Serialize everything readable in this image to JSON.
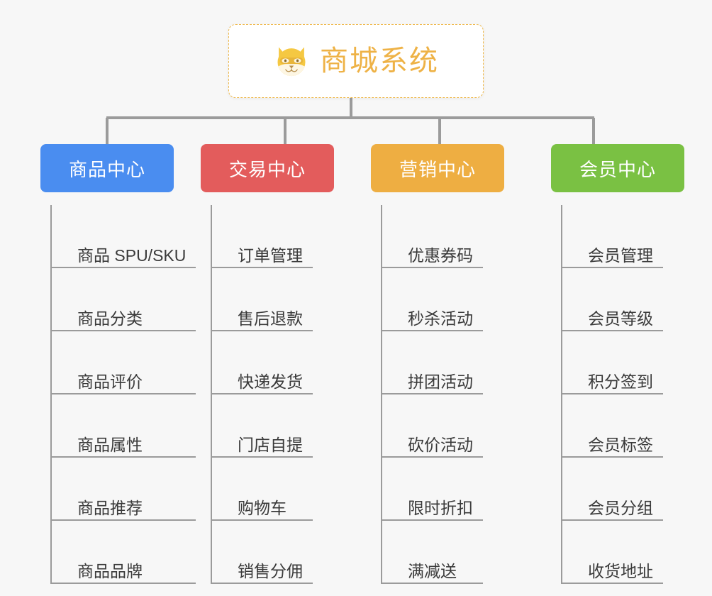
{
  "page": {
    "background_color": "#f7f7f7",
    "line_color": "#9b9b9b"
  },
  "root": {
    "title": "商城系统",
    "icon": "shiba-dog-face-icon",
    "text_color": "#eeb246",
    "border_color": "#eeb94e",
    "background_color": "#ffffff"
  },
  "categories": [
    {
      "label": "商品中心",
      "color": "#4a8df0",
      "items": [
        {
          "label": "商品 SPU/SKU"
        },
        {
          "label": "商品分类"
        },
        {
          "label": "商品评价"
        },
        {
          "label": "商品属性"
        },
        {
          "label": "商品推荐"
        },
        {
          "label": "商品品牌"
        }
      ]
    },
    {
      "label": "交易中心",
      "color": "#e35c5c",
      "items": [
        {
          "label": "订单管理"
        },
        {
          "label": "售后退款"
        },
        {
          "label": "快递发货"
        },
        {
          "label": "门店自提"
        },
        {
          "label": "购物车"
        },
        {
          "label": "销售分佣"
        }
      ]
    },
    {
      "label": "营销中心",
      "color": "#eeae42",
      "items": [
        {
          "label": "优惠券码"
        },
        {
          "label": "秒杀活动"
        },
        {
          "label": "拼团活动"
        },
        {
          "label": "砍价活动"
        },
        {
          "label": "限时折扣"
        },
        {
          "label": "满减送"
        }
      ]
    },
    {
      "label": "会员中心",
      "color": "#7ac143",
      "items": [
        {
          "label": "会员管理"
        },
        {
          "label": "会员等级"
        },
        {
          "label": "积分签到"
        },
        {
          "label": "会员标签"
        },
        {
          "label": "会员分组"
        },
        {
          "label": "收货地址"
        }
      ]
    }
  ]
}
